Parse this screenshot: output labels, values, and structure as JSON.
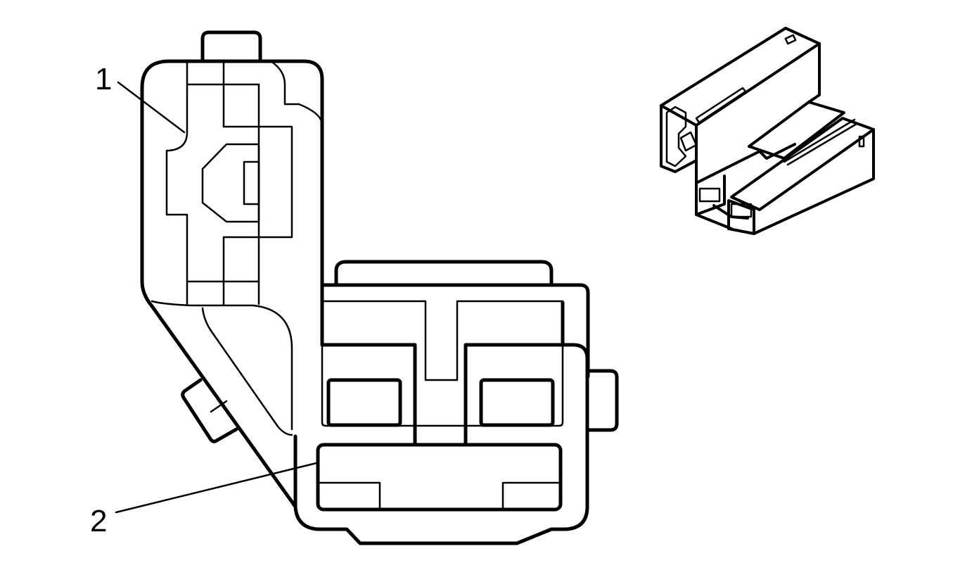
{
  "diagram": {
    "callouts": [
      {
        "id": "1",
        "label": "1"
      },
      {
        "id": "2",
        "label": "2"
      }
    ]
  },
  "colors": {
    "stroke": "#000000",
    "background": "#ffffff"
  }
}
